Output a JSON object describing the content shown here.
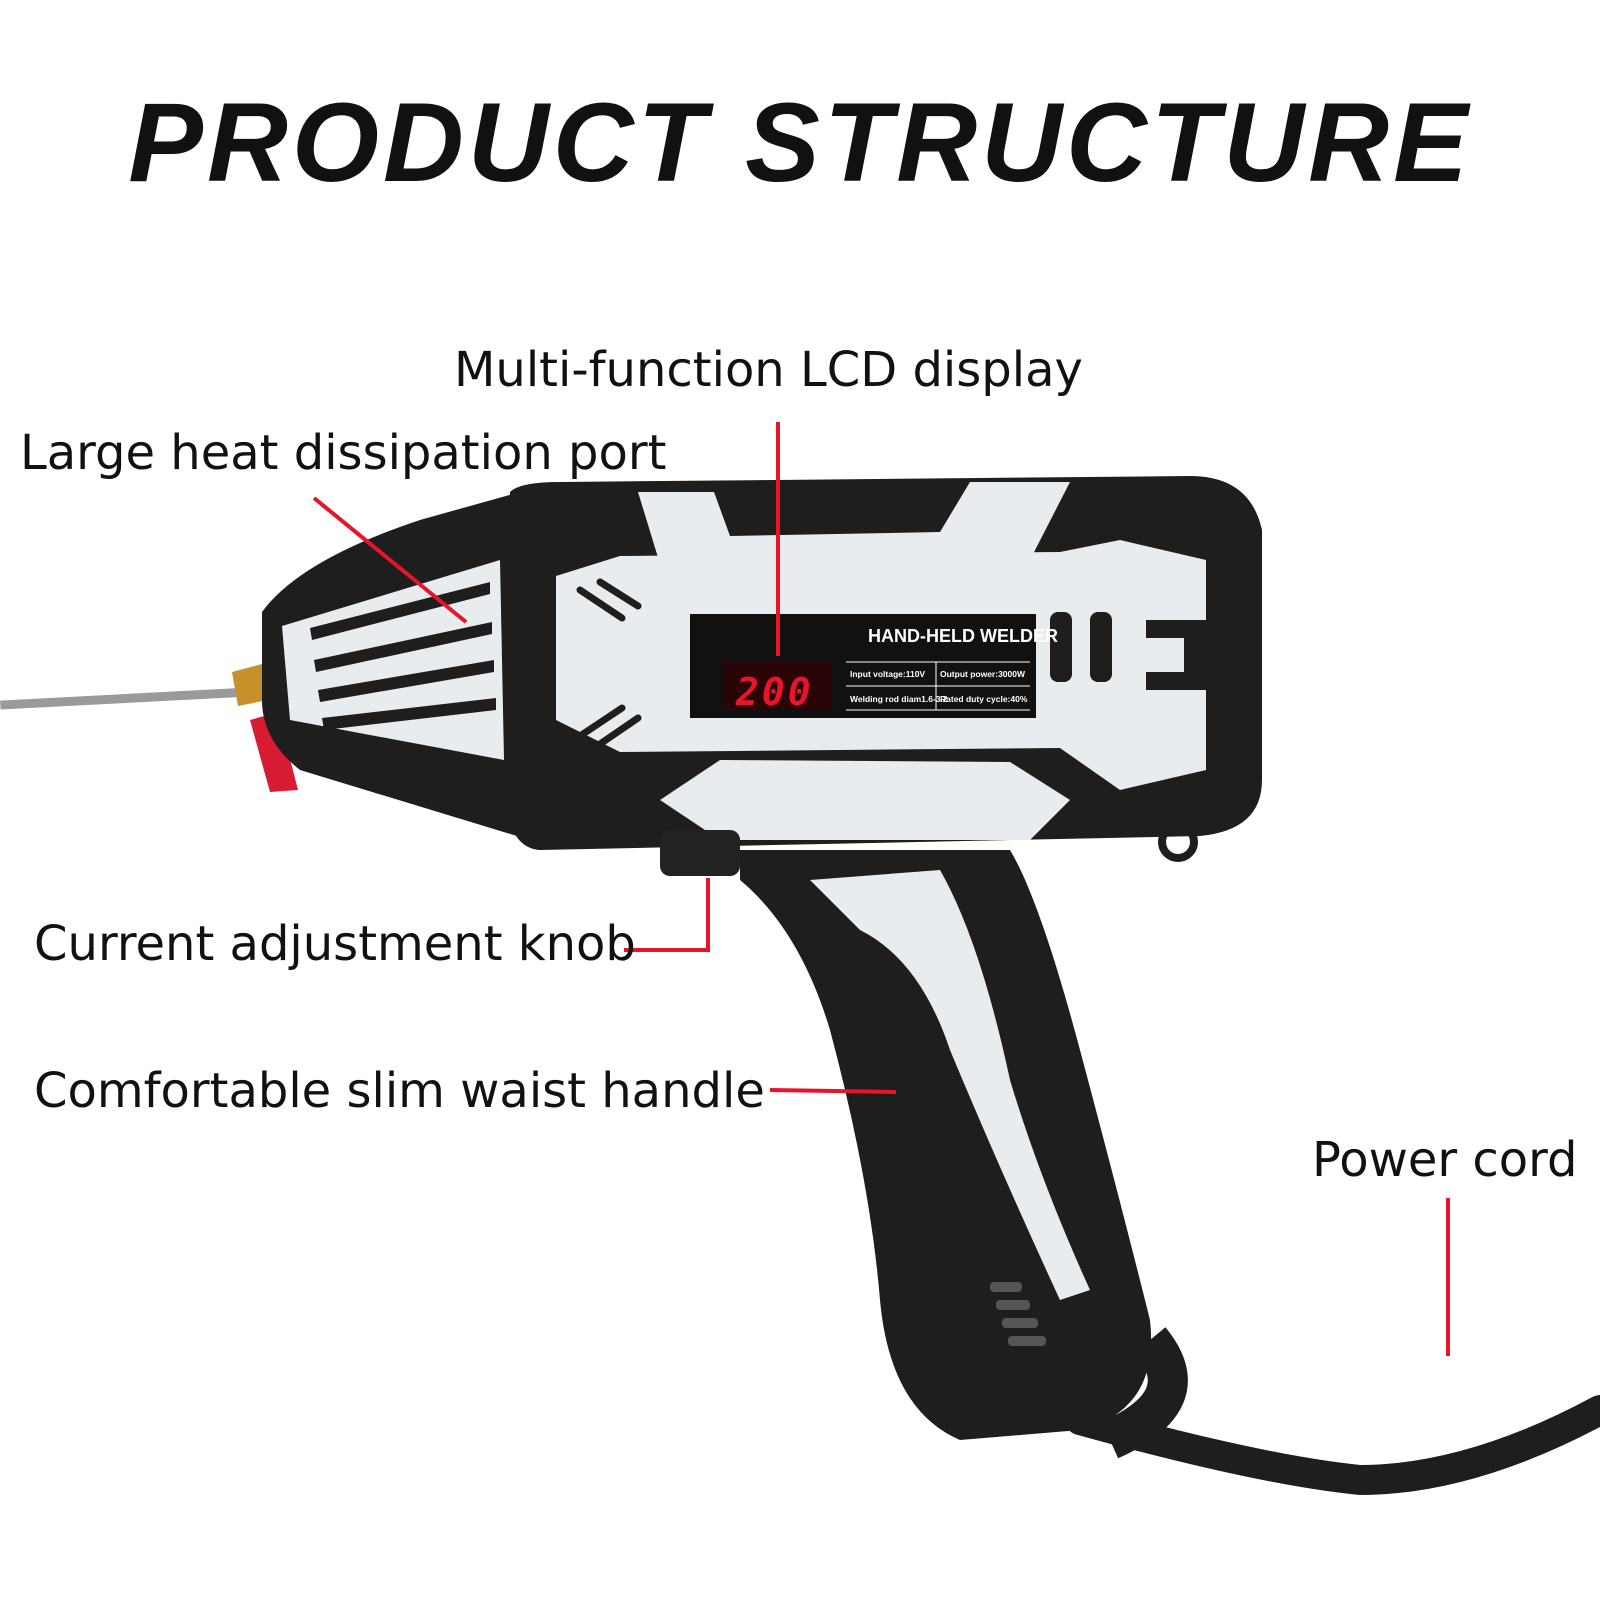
{
  "title": "PRODUCT STRUCTURE",
  "labels": {
    "lcd": "Multi-function LCD display",
    "heat": "Large heat dissipation port",
    "knob": "Current adjustment knob",
    "handle": "Comfortable slim waist handle",
    "cord": "Power cord"
  },
  "device": {
    "brand": "HAND-HELD WELDER",
    "display_value": "200",
    "specs": {
      "input_voltage": "Input voltage:110V",
      "output_power": "Output power:3000W",
      "rod_diameter": "Welding rod diam1.6-3.2",
      "duty_cycle": "Rated duty cycle:40%"
    }
  },
  "colors": {
    "leader_line": "#e8142a",
    "body_black": "#1e1e1e",
    "body_white": "#e9ecef"
  }
}
